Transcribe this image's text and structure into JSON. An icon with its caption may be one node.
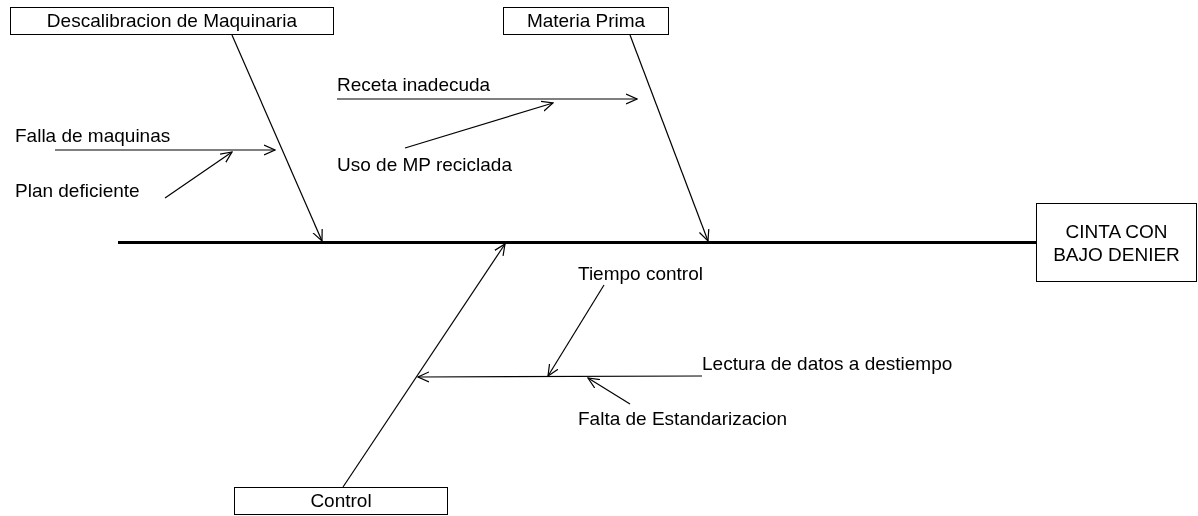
{
  "diagram": {
    "nodes": [
      {
        "text": [
          "Descalibracion de Maquinaria"
        ]
      },
      {
        "text": [
          "Materia Prima"
        ]
      },
      {
        "text": [
          "Receta inadecuda"
        ]
      },
      {
        "text": [
          "Falla de maquinas"
        ]
      },
      {
        "text": [
          "Uso de MP reciclada"
        ]
      },
      {
        "text": [
          "Plan deficiente"
        ]
      },
      {
        "text": [
          "CINTA CON BAJO DENIER"
        ]
      },
      {
        "text": [
          "Tiempo control"
        ]
      },
      {
        "text": [
          "Lectura de datos a destiempo"
        ]
      },
      {
        "text": [
          "Falta de Estandarizacion"
        ]
      },
      {
        "text": [
          "Control"
        ]
      },
      {
        "text": [],
        "shape": "bar"
      }
    ],
    "edges": [
      {
        "from": 0,
        "to": 11,
        "arrow": "to"
      },
      {
        "from": 1,
        "to": 11,
        "arrow": "to"
      },
      {
        "from": 10,
        "to": 11,
        "arrow": "to"
      },
      {
        "from": 3,
        "to": null,
        "arrow": "to"
      },
      {
        "from": 5,
        "to": null,
        "arrow": "to"
      },
      {
        "from": 2,
        "to": null,
        "arrow": "to"
      },
      {
        "from": 4,
        "to": null,
        "arrow": "to"
      },
      {
        "from": 8,
        "to": null,
        "arrow": "to"
      },
      {
        "from": 7,
        "to": null,
        "arrow": "to"
      },
      {
        "from": 9,
        "to": null,
        "arrow": "to"
      }
    ]
  }
}
